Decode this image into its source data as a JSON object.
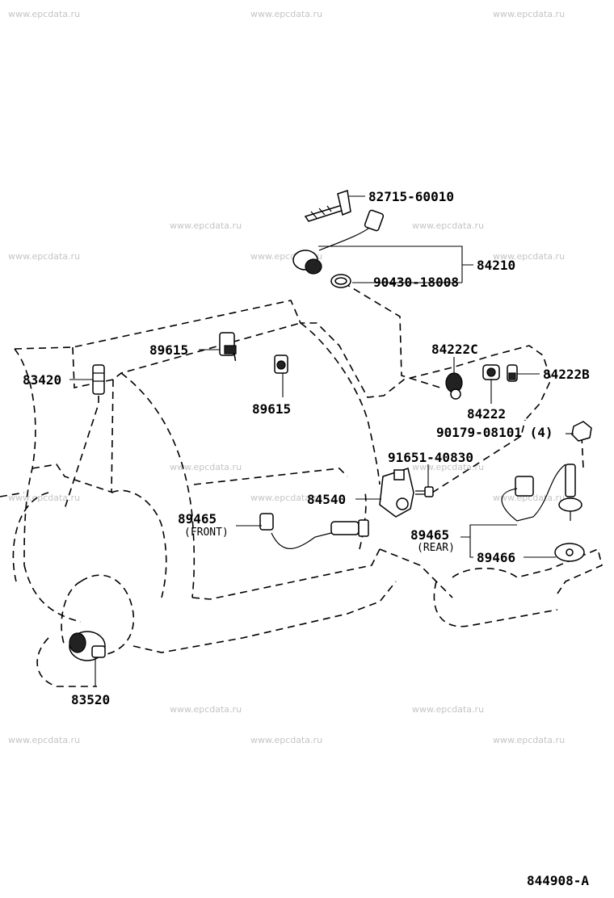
{
  "watermark": "www.epcdata.ru",
  "diagram_id": "844908-A",
  "parts": {
    "p82715": "82715-60010",
    "p84210": "84210",
    "p90430": "90430-18008",
    "p89615a": "89615",
    "p89615b": "89615",
    "p83420": "83420",
    "p84222c": "84222C",
    "p84222": "84222",
    "p84222b": "84222B",
    "p90179": "90179-08101 (4)",
    "p91651": "91651-40830",
    "p84540": "84540",
    "p89465f": "89465",
    "p89465f_sub": "(FRONT)",
    "p89465r": "89465",
    "p89465r_sub": "(REAR)",
    "p89466": "89466",
    "p83520": "83520"
  }
}
